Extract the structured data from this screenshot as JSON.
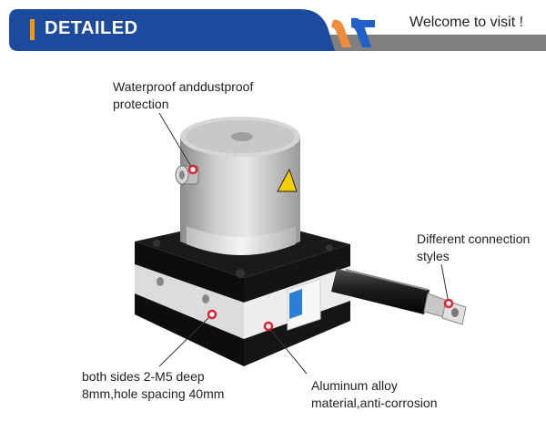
{
  "header": {
    "title": "DETAILED",
    "welcome": "Welcome to visit !",
    "colors": {
      "banner": "#1d4a9c",
      "accent_bar": "#f39800",
      "stripe": "#7f7f7f",
      "logo_orange": "#f08b3c",
      "logo_blue": "#1f61c9"
    }
  },
  "callouts": {
    "waterproof": "Waterproof anddustproof\nprotection",
    "connection": "Different connection\nstyles",
    "holes": "both sides 2-M5 deep\n8mm,hole spacing 40mm",
    "material": "Aluminum alloy\nmaterial,anti-corrosion"
  },
  "marker_color": "#e0202e"
}
